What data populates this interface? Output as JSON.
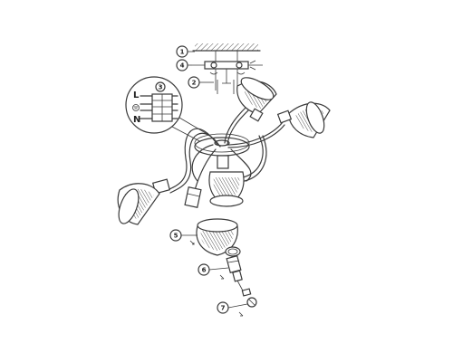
{
  "callouts": {
    "c1": "1",
    "c2": "2",
    "c3": "3",
    "c4": "4",
    "c5": "5",
    "c6": "6",
    "c7": "7"
  },
  "wiring": {
    "l": "L",
    "n": "N"
  },
  "icons": [
    "ground-symbol-icon",
    "ceiling-hatch-icon",
    "screw-icon",
    "bulb-icon"
  ]
}
